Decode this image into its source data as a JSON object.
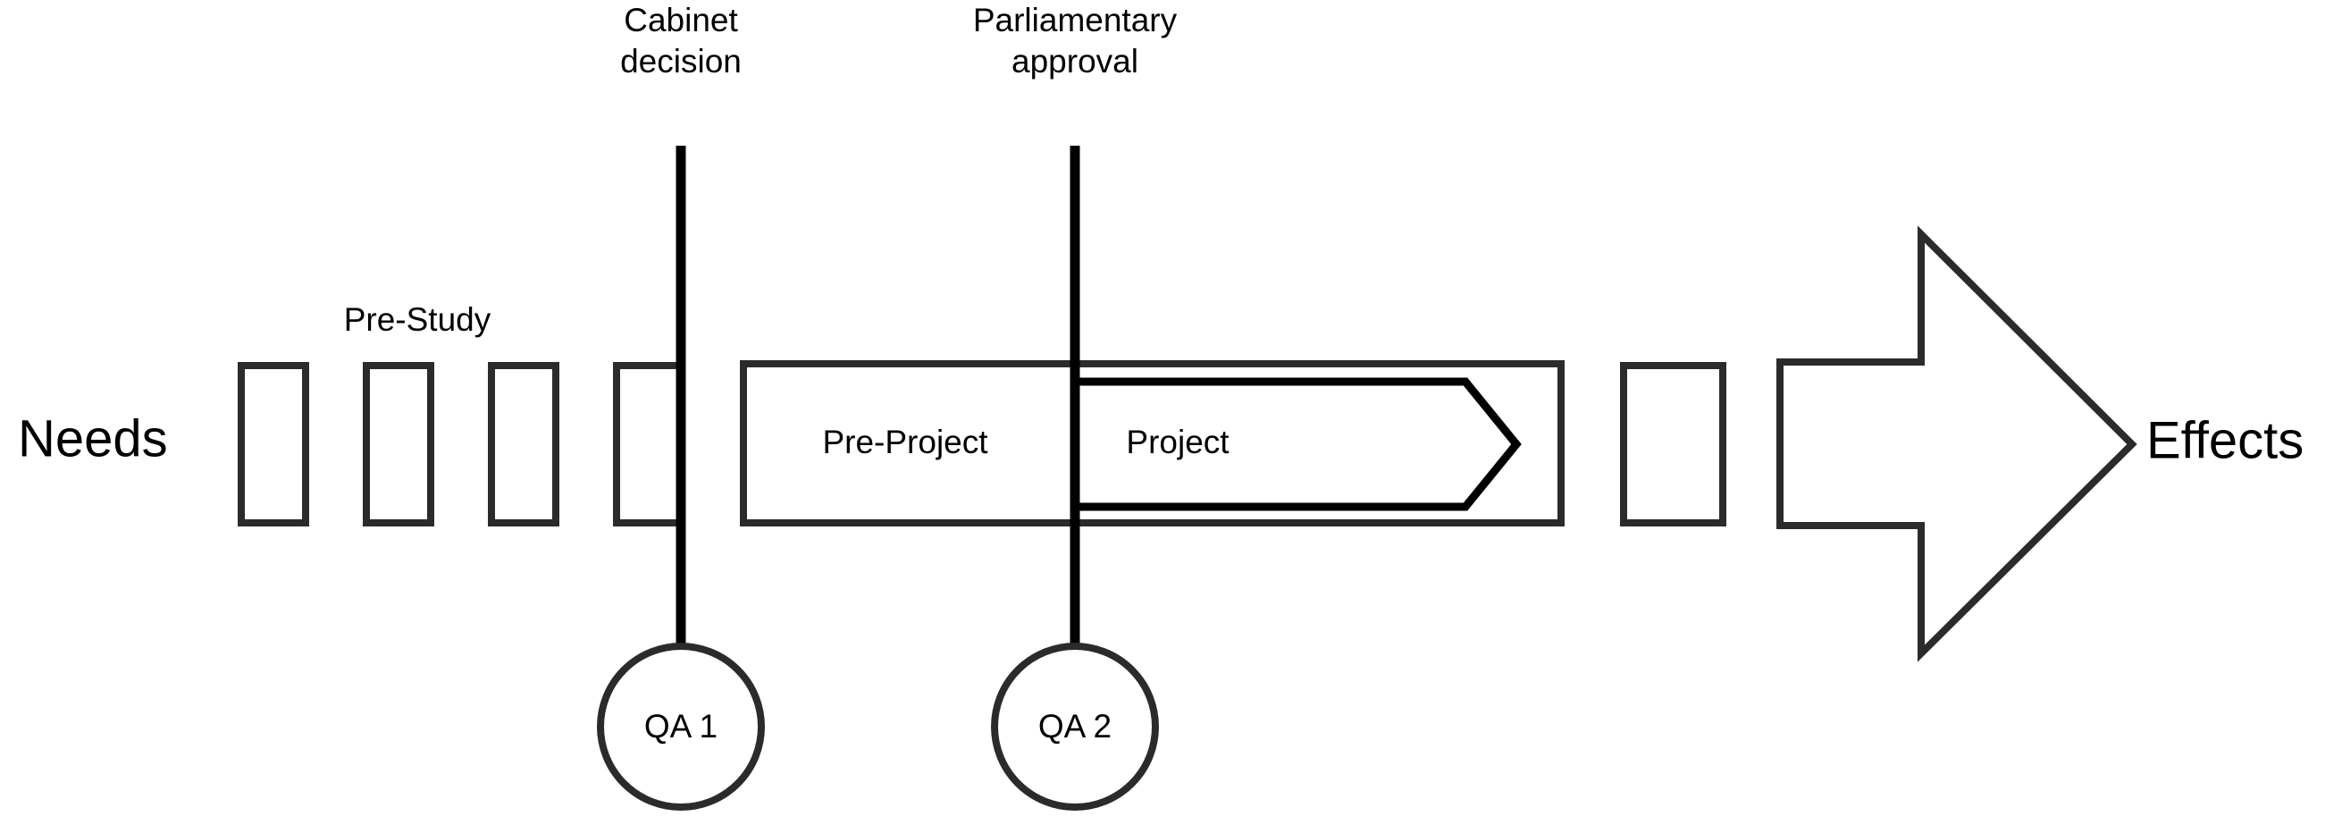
{
  "diagram": {
    "title_text_left": "Needs",
    "title_text_right": "Effects",
    "phase_label": "Pre-Study",
    "preproject_label": "Pre-Project",
    "project_label": "Project",
    "milestones": [
      {
        "id": "cabinet",
        "line1": "Cabinet",
        "line2": "decision",
        "gate": "QA 1"
      },
      {
        "id": "parliament",
        "line1": "Parliamentary",
        "line2": "approval",
        "gate": "QA 2"
      }
    ],
    "colors": {
      "stroke_dark": "#2b2b2b",
      "stroke_black": "#000000",
      "background": "#ffffff",
      "text": "#000000"
    }
  }
}
